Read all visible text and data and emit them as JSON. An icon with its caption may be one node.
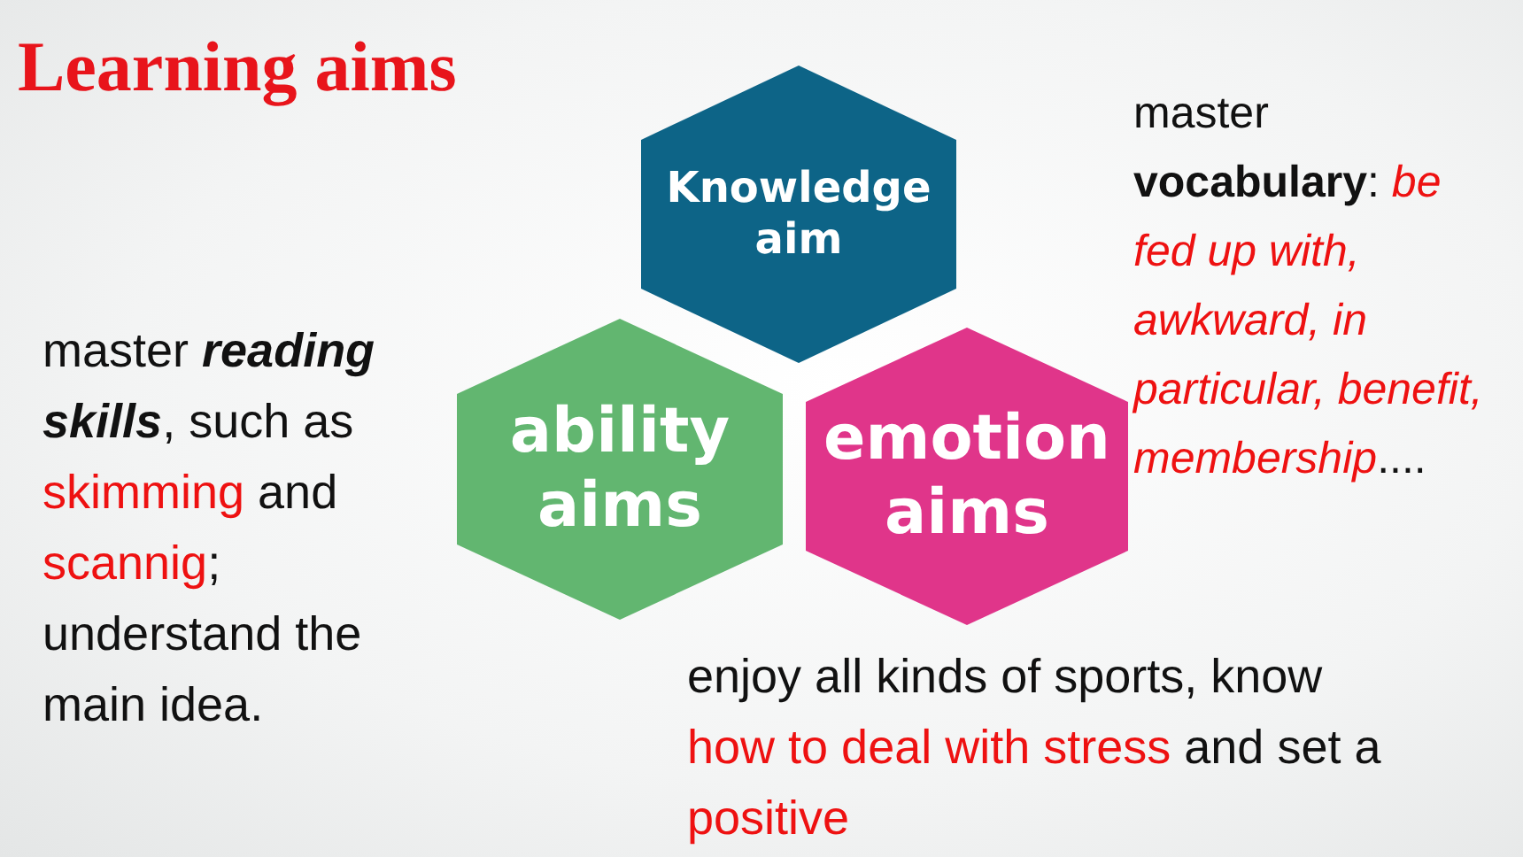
{
  "diagram": {
    "title": "Learning aims",
    "nodes": [
      {
        "text": [
          "Knowledge aim"
        ],
        "beside": [
          "master **vocabulary**:",
          "*be fed up with, awkward, in particular, benefit, membership*",
          "...."
        ]
      },
      {
        "text": [
          "ability aims"
        ],
        "beside": [
          "master **reading skills**, such as",
          "skimming",
          "and",
          "scannig",
          "; understand the main idea."
        ]
      },
      {
        "text": [
          "emotion aims"
        ],
        "beside": [
          "enjoy all kinds of sports, know",
          "how to deal with stress",
          "and set a",
          "positive"
        ]
      }
    ]
  }
}
